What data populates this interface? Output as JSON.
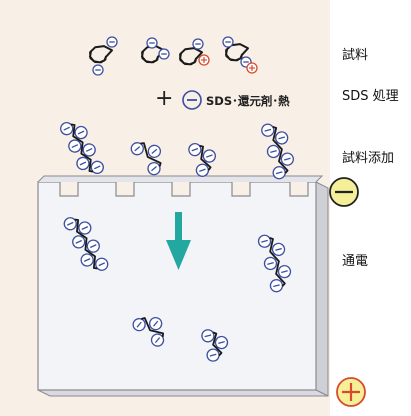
{
  "labels": {
    "sample": "試料",
    "sds_treatment": "SDS 処理",
    "sample_addition": "試料添加",
    "electrify": "通電"
  },
  "reagent": {
    "plus": "+",
    "text": "SDS･還元剤･熱"
  },
  "colors": {
    "background_panel": "#f8efe6",
    "gel_face": "#f3f4f8",
    "gel_side": "#cfd0d6",
    "gel_edge": "#8a8a90",
    "protein_strand": "#1a1a1a",
    "sds_ring": "#3d4fa0",
    "cathode_fill": "#f6ef9a",
    "anode_ring": "#d84a2a",
    "arrow": "#22a8a0"
  },
  "icons": [
    "minus-electrode-icon",
    "plus-electrode-icon",
    "down-arrow-icon",
    "sds-minus-icon"
  ]
}
